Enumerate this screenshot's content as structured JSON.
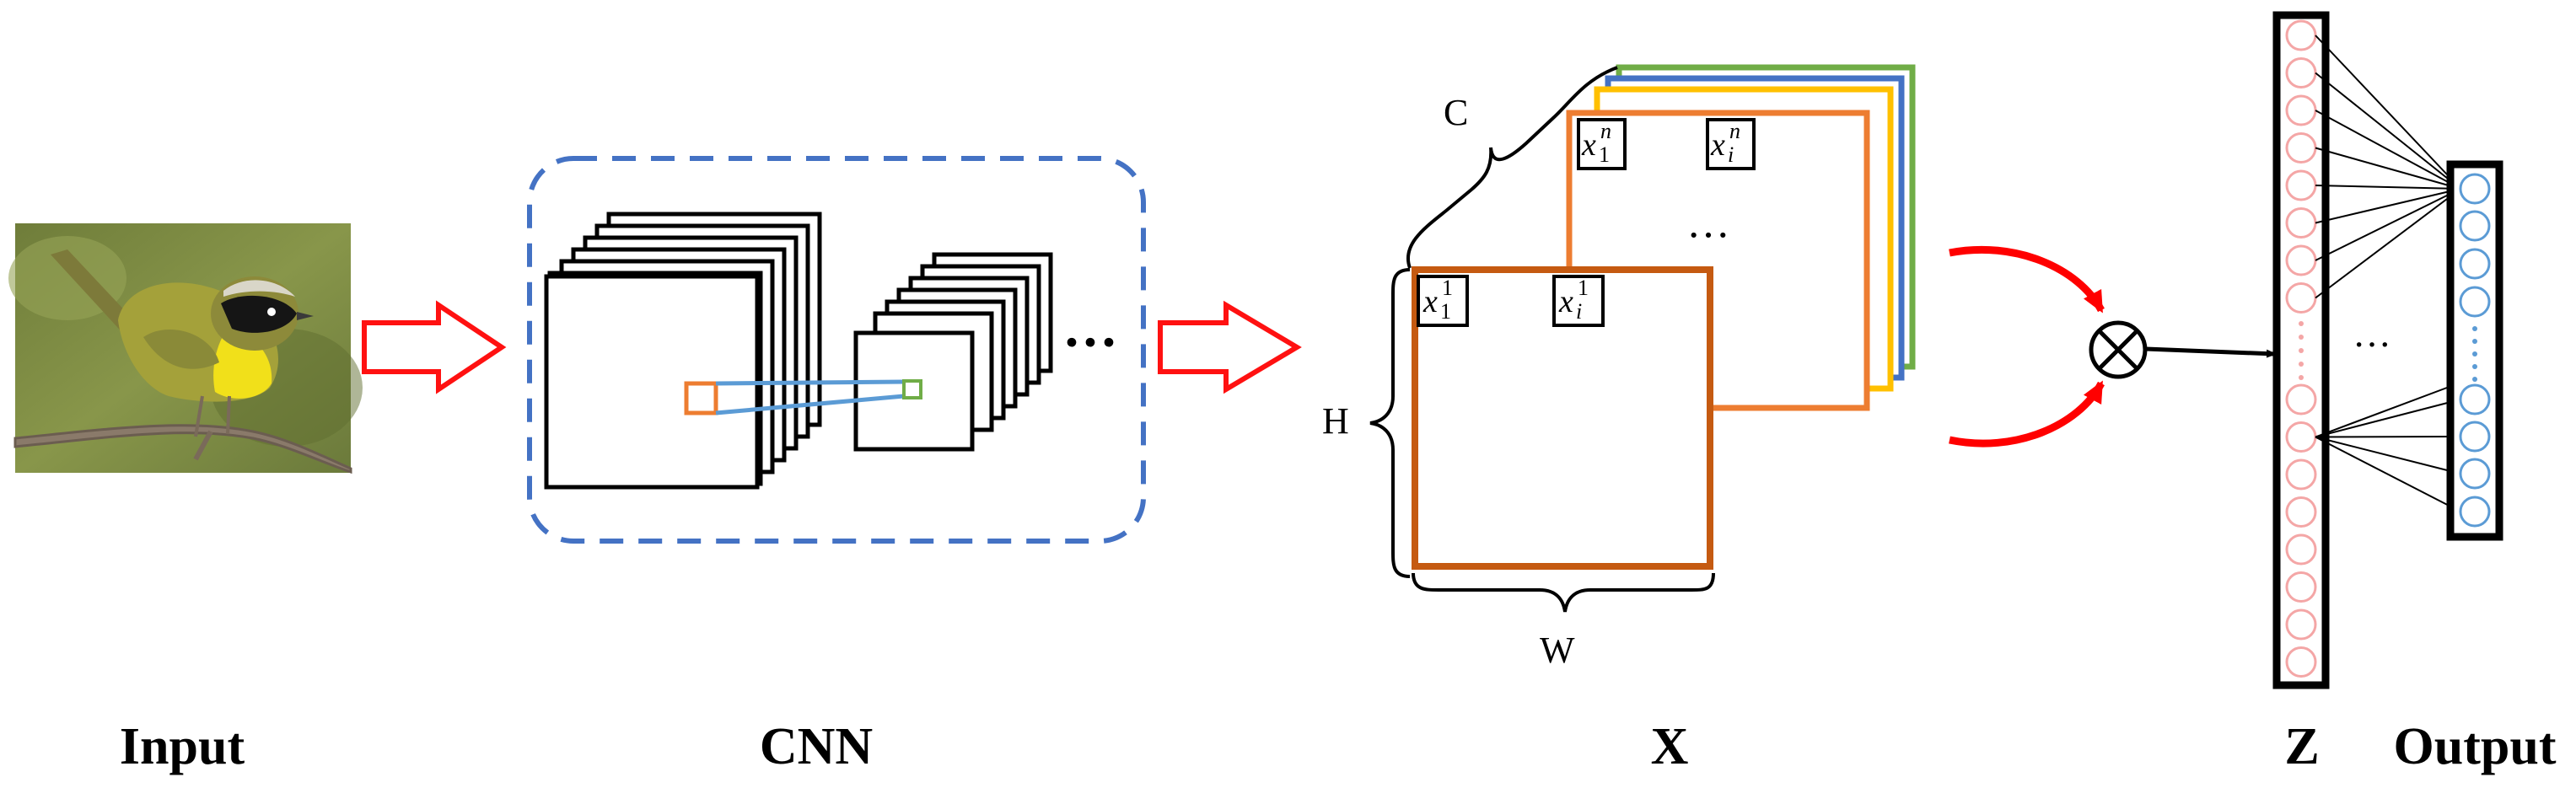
{
  "stages": {
    "input": "Input",
    "cnn": "CNN",
    "x": "X",
    "z": "Z",
    "output": "Output"
  },
  "dimensions": {
    "c": "C",
    "h": "H",
    "w": "W"
  },
  "feature_cells": {
    "front_first": {
      "base": "x",
      "sub": "1",
      "sup": "1"
    },
    "front_i": {
      "base": "x",
      "sub": "i",
      "sup": "1"
    },
    "back_first": {
      "base": "x",
      "sub": "1",
      "sup": "n"
    },
    "back_i": {
      "base": "x",
      "sub": "i",
      "sup": "n"
    }
  },
  "ellipsis": {
    "cnn": "···",
    "x_map": "···",
    "z_output": "···"
  },
  "operator_symbol": "⊗",
  "colors": {
    "arrow_fill": "#ffffff",
    "arrow_stroke": "#ff1111",
    "dashed_box": "#4472c4",
    "orange": "#ed7d31",
    "green": "#70ad47",
    "light_blue": "#5b9bd5",
    "brown": "#c55a11",
    "yellow": "#ffc000",
    "curve_red": "#ff0000",
    "neuron_z": "#f4a6a6",
    "neuron_out": "#5b9bd5"
  }
}
